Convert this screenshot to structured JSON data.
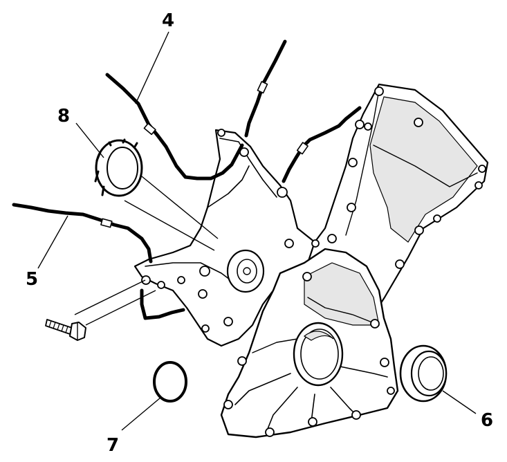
{
  "callouts": {
    "c4": "4",
    "c5": "5",
    "c6": "6",
    "c7": "7",
    "c8": "8"
  },
  "colors": {
    "ink": "#000000",
    "paper": "#ffffff",
    "shade": "#e6e6e6"
  }
}
